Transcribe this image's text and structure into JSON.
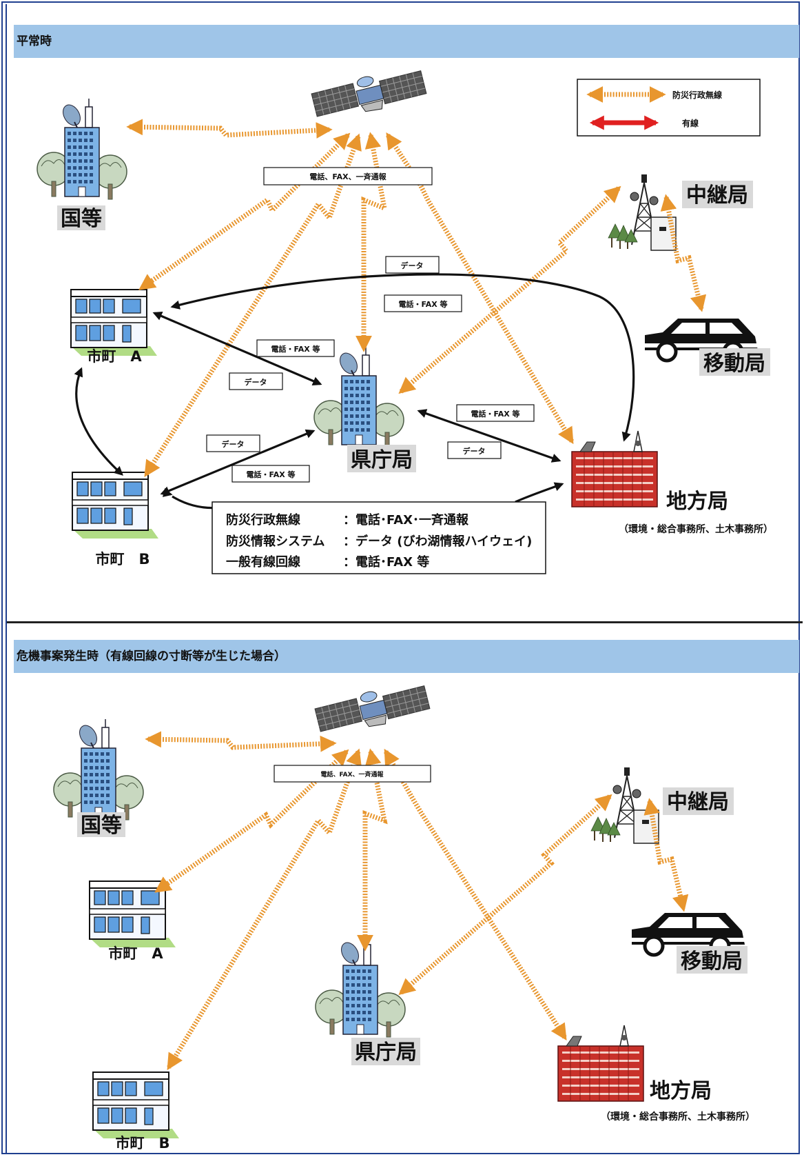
{
  "sections": [
    {
      "header": "平常時",
      "nodes": {
        "kuni": "国等",
        "shicho_a": "市町　A",
        "shicho_b": "市町　B",
        "kenchou": "県庁局",
        "chuukei": "中継局",
        "idou": "移動局",
        "chihou": "地方局",
        "chihou_sub": "（環境・総合事務所、土木事務所）"
      },
      "satellite_label": "電話、FAX、一斉通報",
      "edge_labels": {
        "data": "データ",
        "phone_fax": "電話・FAX 等"
      },
      "legend": {
        "radio": "防災行政無線",
        "wired": "有線"
      },
      "key_box": [
        {
          "system": "防災行政無線",
          "content": "：電話･FAX･一斉通報"
        },
        {
          "system": "防災情報システム",
          "content": "：データ (びわ湖情報ハイウェイ)"
        },
        {
          "system": "一般有線回線",
          "content": "：電話･FAX 等"
        }
      ]
    },
    {
      "header": "危機事案発生時（有線回線の寸断等が生じた場合）",
      "nodes": {
        "kuni": "国等",
        "shicho_a": "市町　A",
        "shicho_b": "市町　B",
        "kenchou": "県庁局",
        "chuukei": "中継局",
        "idou": "移動局",
        "chihou": "地方局",
        "chihou_sub": "（環境・総合事務所、土木事務所）"
      },
      "satellite_label": "電話、FAX、一斉通報"
    }
  ],
  "colors": {
    "header_band": "#9fc5e8",
    "radio_link": "#e8962e",
    "wired_link": "#e02020",
    "building_blue": "#7db3e6",
    "office_red": "#c8312a",
    "label_bg": "#d9d9d9"
  },
  "icons": [
    "satellite-icon",
    "tower-building-icon",
    "apartment-icon",
    "radio-tower-icon",
    "van-icon",
    "red-office-icon"
  ]
}
